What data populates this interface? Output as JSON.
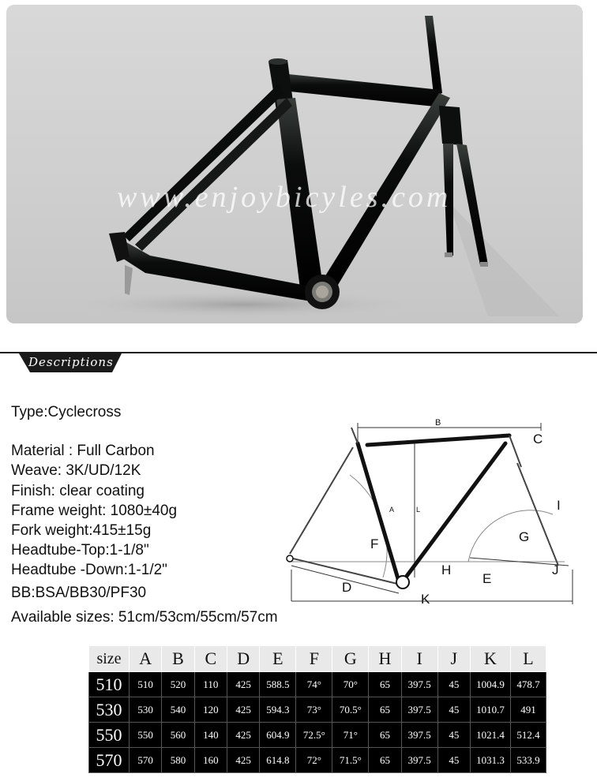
{
  "hero": {
    "watermark": "www.enjoybicyles.com"
  },
  "section": {
    "title": "Descriptions"
  },
  "specs": {
    "type": "Type:Cyclecross",
    "material": "Material : Full Carbon",
    "weave": "Weave: 3K/UD/12K",
    "finish": "Finish: clear coating",
    "frame_weight": "Frame weight: 1080±40g",
    "fork_weight": "Fork weight:415±15g",
    "headtube_top": "Headtube-Top:1-1/8\"",
    "headtube_down": "Headtube -Down:1-1/2\"",
    "bb": "BB:BSA/BB30/PF30",
    "sizes": "Available sizes: 51cm/53cm/55cm/57cm"
  },
  "diagram": {
    "labels": {
      "A": "A",
      "B": "B",
      "C": "C",
      "D": "D",
      "E": "E",
      "F": "F",
      "G": "G",
      "H": "H",
      "I": "I",
      "J": "J",
      "K": "K",
      "L": "L"
    }
  },
  "table": {
    "headers": [
      "size",
      "A",
      "B",
      "C",
      "D",
      "E",
      "F",
      "G",
      "H",
      "I",
      "J",
      "K",
      "L"
    ],
    "rows": [
      [
        "510",
        "510",
        "520",
        "110",
        "425",
        "588.5",
        "74°",
        "70°",
        "65",
        "397.5",
        "45",
        "1004.9",
        "478.7"
      ],
      [
        "530",
        "530",
        "540",
        "120",
        "425",
        "594.3",
        "73°",
        "70.5°",
        "65",
        "397.5",
        "45",
        "1010.7",
        "491"
      ],
      [
        "550",
        "550",
        "560",
        "140",
        "425",
        "604.9",
        "72.5°",
        "71°",
        "65",
        "397.5",
        "45",
        "1021.4",
        "512.4"
      ],
      [
        "570",
        "570",
        "580",
        "160",
        "425",
        "614.8",
        "72°",
        "71.5°",
        "65",
        "397.5",
        "45",
        "1031.3",
        "533.9"
      ]
    ]
  },
  "colors": {
    "table_header_bg": "#e9e9e9",
    "table_body_bg": "#000000",
    "frame": "#0b0d0c"
  }
}
